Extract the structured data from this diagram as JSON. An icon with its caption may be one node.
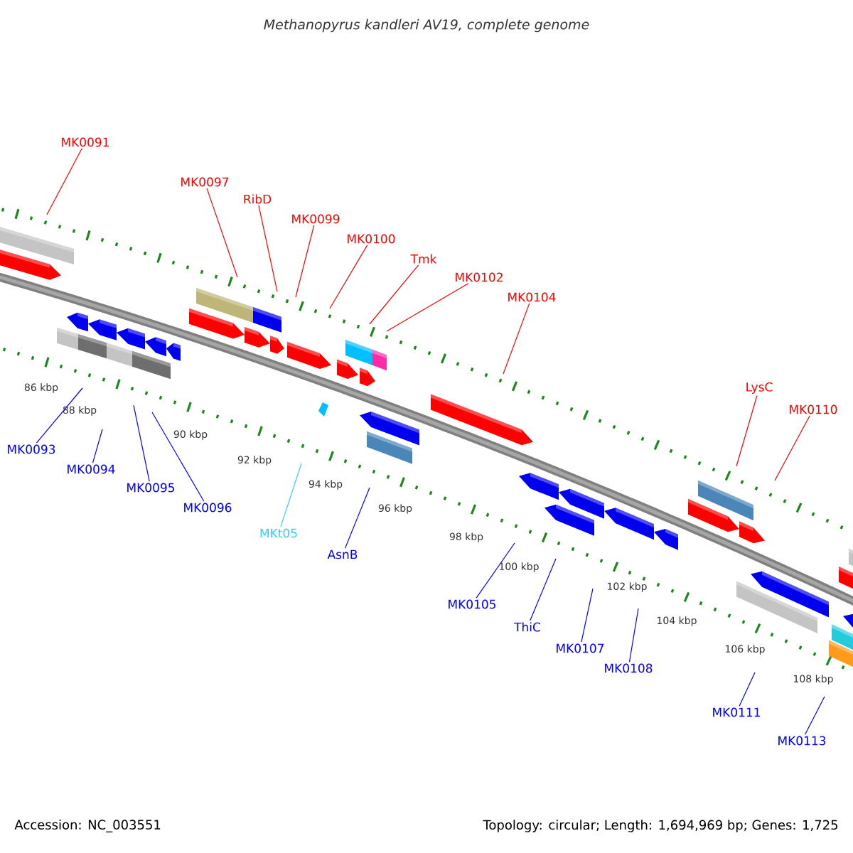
{
  "diagram": {
    "title": "Methanopyrus kandleri AV19, complete genome",
    "nodes": [
      {
        "text": [
          "MK0091"
        ]
      },
      {
        "text": [
          "MK0097"
        ]
      },
      {
        "text": [
          "RibD"
        ]
      },
      {
        "text": [
          "MK0099"
        ]
      },
      {
        "text": [
          "MK0100"
        ]
      },
      {
        "text": [
          "Tmk"
        ]
      },
      {
        "text": [
          "MK0102"
        ]
      },
      {
        "text": [
          "MK0104"
        ]
      },
      {
        "text": [
          "LysC"
        ]
      },
      {
        "text": [
          "MK0110"
        ]
      },
      {
        "text": [
          "MK0093"
        ]
      },
      {
        "text": [
          "MK0094"
        ]
      },
      {
        "text": [
          "MK0095"
        ]
      },
      {
        "text": [
          "MK0096"
        ]
      },
      {
        "text": [
          "MKt05"
        ]
      },
      {
        "text": [
          "AsnB"
        ]
      },
      {
        "text": [
          "MK0105"
        ]
      },
      {
        "text": [
          "ThiC"
        ]
      },
      {
        "text": [
          "MK0107"
        ]
      },
      {
        "text": [
          "MK0108"
        ]
      },
      {
        "text": [
          "MK0111"
        ]
      },
      {
        "text": [
          "MK0113"
        ]
      }
    ],
    "edges": [
      {
        "from": 0,
        "to": null,
        "arrow": "none",
        "color": "#ff0000"
      },
      {
        "from": 1,
        "to": null,
        "arrow": "none",
        "color": "#ff0000"
      },
      {
        "from": 2,
        "to": null,
        "arrow": "none",
        "color": "#ff0000"
      },
      {
        "from": 3,
        "to": null,
        "arrow": "none",
        "color": "#ff0000"
      },
      {
        "from": 4,
        "to": null,
        "arrow": "none",
        "color": "#ff0000"
      },
      {
        "from": 5,
        "to": null,
        "arrow": "none",
        "color": "#ff0000"
      },
      {
        "from": 6,
        "to": null,
        "arrow": "none",
        "color": "#ff0000"
      },
      {
        "from": 7,
        "to": null,
        "arrow": "none",
        "color": "#ff0000"
      },
      {
        "from": 8,
        "to": null,
        "arrow": "none",
        "color": "#ff0000"
      },
      {
        "from": 9,
        "to": null,
        "arrow": "none",
        "color": "#ff0000"
      },
      {
        "from": 10,
        "to": null,
        "arrow": "none"
      },
      {
        "from": 11,
        "to": null,
        "arrow": "none"
      },
      {
        "from": 12,
        "to": null,
        "arrow": "none"
      },
      {
        "from": 13,
        "to": null,
        "arrow": "none"
      },
      {
        "from": 14,
        "to": null,
        "arrow": "none",
        "color": "#33ccff"
      },
      {
        "from": 15,
        "to": null,
        "arrow": "none"
      },
      {
        "from": 16,
        "to": null,
        "arrow": "none"
      },
      {
        "from": 17,
        "to": null,
        "arrow": "none"
      },
      {
        "from": 18,
        "to": null,
        "arrow": "none"
      },
      {
        "from": 19,
        "to": null,
        "arrow": "none"
      },
      {
        "from": 20,
        "to": null,
        "arrow": "none"
      },
      {
        "from": 21,
        "to": null,
        "arrow": "none"
      }
    ],
    "labels": [
      "86 kbp",
      "88 kbp",
      "90 kbp",
      "92 kbp",
      "94 kbp",
      "96 kbp",
      "98 kbp",
      "100 kbp",
      "102 kbp",
      "104 kbp",
      "106 kbp",
      "108 kbp",
      "Accession: NC_003551",
      "Topology: circular; Length: 1,694,969 bp; Genes: 1,725"
    ]
  }
}
